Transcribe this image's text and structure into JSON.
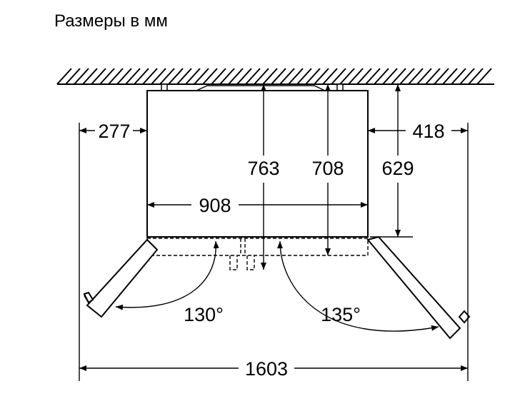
{
  "title": "Размеры в мм",
  "dimensions": {
    "left_clearance": "277",
    "right_clearance": "418",
    "depth_with_handle": "763",
    "depth_without_handle": "708",
    "body_depth": "629",
    "body_width": "908",
    "total_width_doors_open": "1603"
  },
  "angles": {
    "left_door": "130°",
    "right_door": "135°"
  },
  "colors": {
    "line": "#000000",
    "background": "#ffffff"
  }
}
